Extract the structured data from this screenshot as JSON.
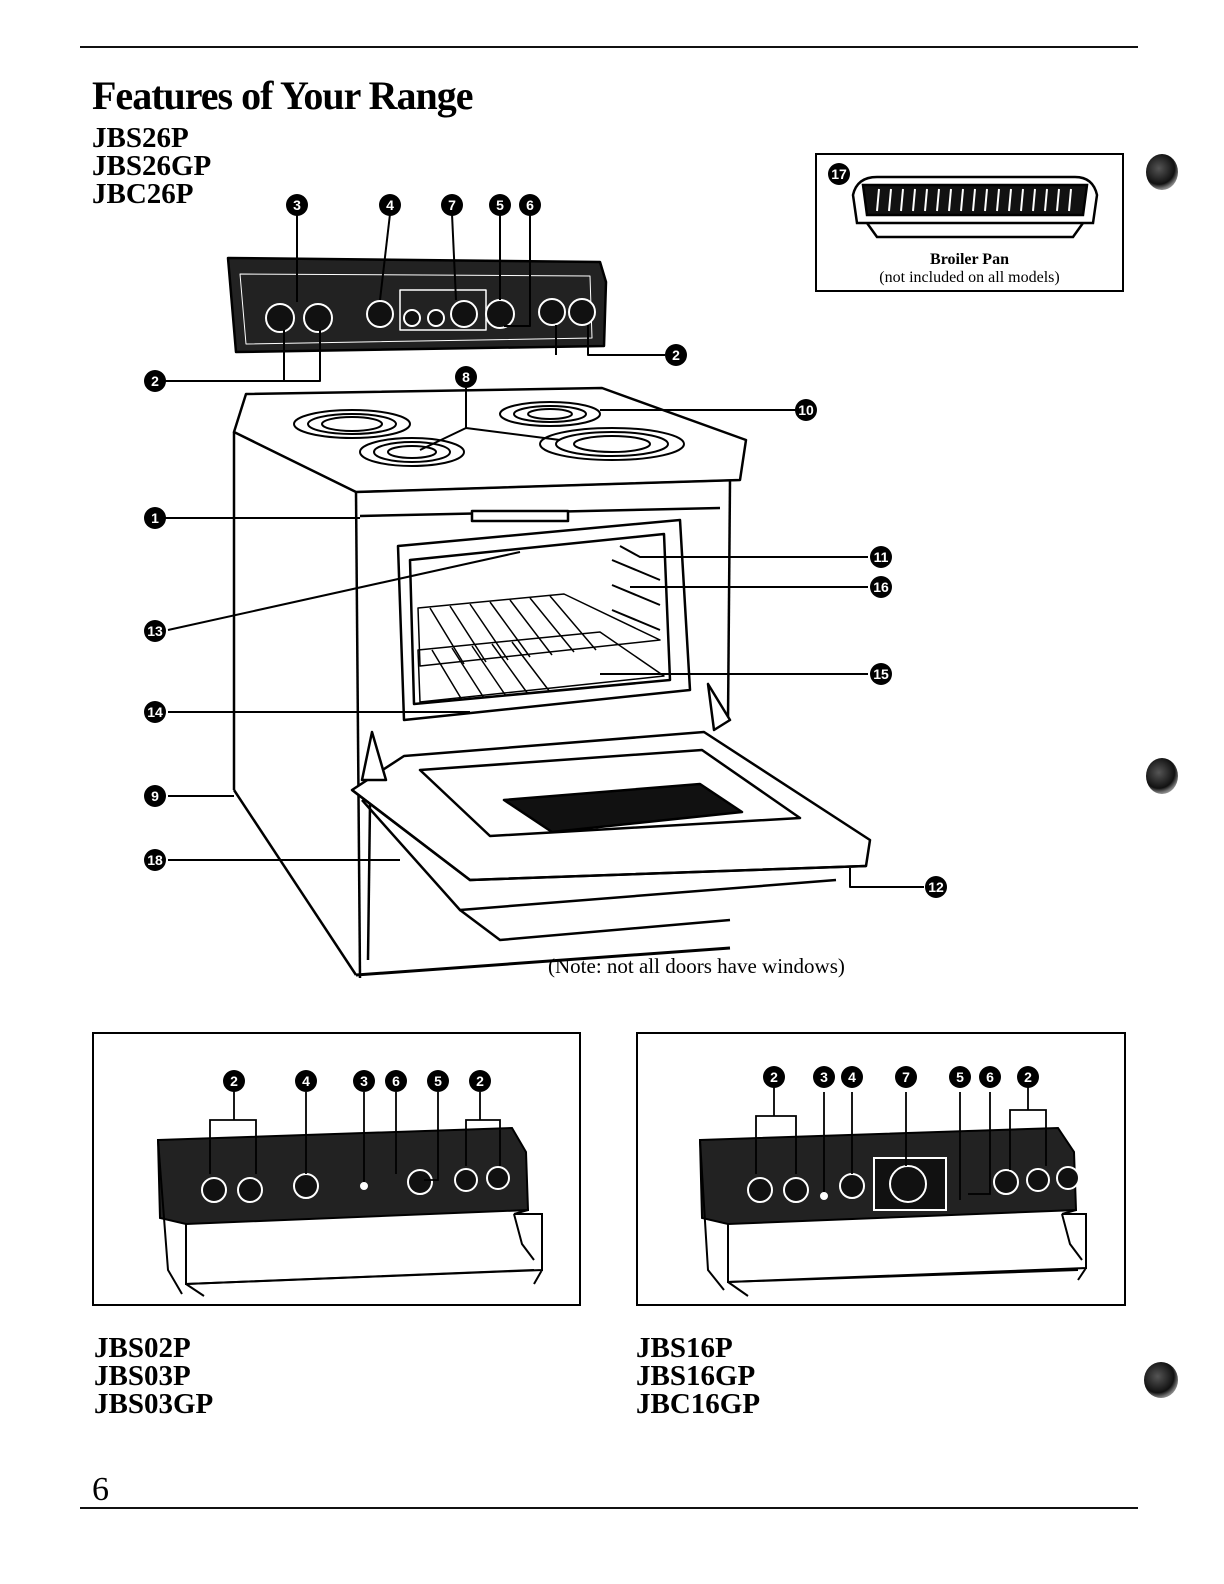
{
  "page": {
    "title": "Features of Your Range",
    "page_number": "6",
    "main_models": [
      "JBS26P",
      "JBS26GP",
      "JBC26P"
    ],
    "note": "(Note: not all doors have windows)"
  },
  "broiler": {
    "callout": "17",
    "label": "Broiler Pan",
    "sublabel": "(not included on all models)"
  },
  "main_callouts": [
    "1",
    "2",
    "3",
    "4",
    "5",
    "6",
    "7",
    "8",
    "9",
    "10",
    "11",
    "12",
    "13",
    "14",
    "15",
    "16",
    "18"
  ],
  "left_panel": {
    "callouts": [
      "2",
      "4",
      "3",
      "6",
      "5",
      "2"
    ],
    "models": [
      "JBS02P",
      "JBS03P",
      "JBS03GP"
    ]
  },
  "right_panel": {
    "callouts": [
      "2",
      "3",
      "4",
      "7",
      "5",
      "6",
      "2"
    ],
    "models": [
      "JBS16P",
      "JBS16GP",
      "JBC16GP"
    ]
  }
}
